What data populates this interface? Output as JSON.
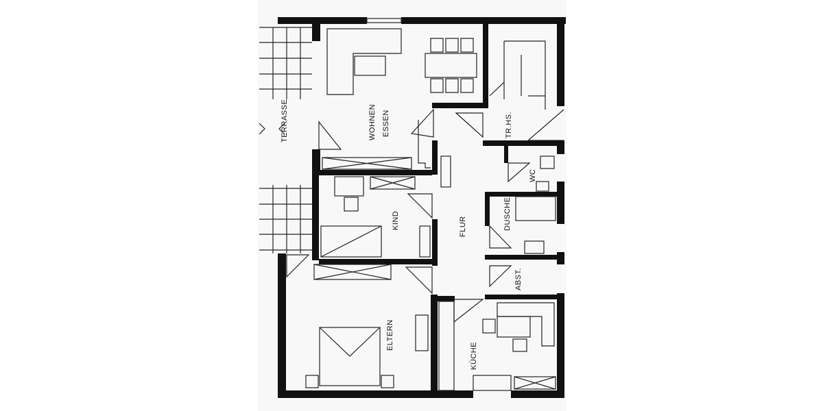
{
  "plan": {
    "rooms": {
      "terrasse": "TERRASSE",
      "wohnen": "WOHNEN",
      "essen": "ESSEN",
      "treppenhaus": "TR.HS.",
      "wc": "WC",
      "kind": "KIND",
      "flur": "FLUR",
      "dusche": "DUSCHE",
      "abstellraum": "ABST.",
      "eltern": "ELTERN",
      "kueche": "KÜCHE"
    },
    "colors": {
      "wall": "#111111",
      "paper": "#ffffff"
    }
  }
}
